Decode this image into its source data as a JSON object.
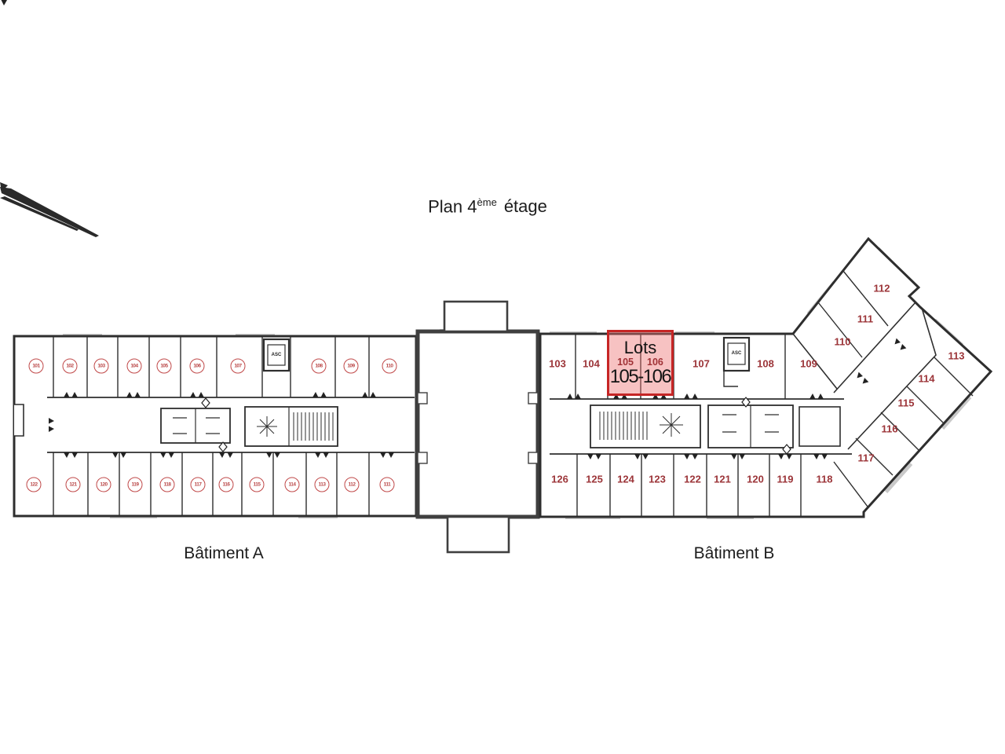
{
  "title": {
    "main": "Plan 4",
    "sup": "ème",
    "tail": "étage"
  },
  "highlight": {
    "line1": "Lots",
    "left_room": "105",
    "right_room": "106",
    "line2": "105-106"
  },
  "building_a": {
    "label": "Bâtiment A",
    "elevator": "ASC",
    "top_rooms": [
      "101",
      "102",
      "103",
      "104",
      "105",
      "106",
      "107",
      "108",
      "109",
      "110"
    ],
    "bottom_rooms": [
      "122",
      "121",
      "120",
      "119",
      "118",
      "117",
      "116",
      "115",
      "114",
      "113",
      "112",
      "111"
    ]
  },
  "building_b": {
    "label": "Bâtiment B",
    "elevator": "ASC",
    "top_rooms": [
      "103",
      "104",
      "107",
      "108",
      "109"
    ],
    "bottom_rooms": [
      "126",
      "125",
      "124",
      "123",
      "122",
      "121",
      "120",
      "119",
      "118"
    ],
    "wing_upper_rooms": [
      "110",
      "111",
      "112"
    ],
    "wing_lower_rooms": [
      "113",
      "114",
      "115",
      "116",
      "117"
    ]
  },
  "colors": {
    "wall": "#2e2e2e",
    "room_number_red": "#9c3539",
    "circle_red": "#c04848",
    "highlight_border": "#c62525",
    "highlight_fill": "rgba(236,110,110,0.42)"
  }
}
